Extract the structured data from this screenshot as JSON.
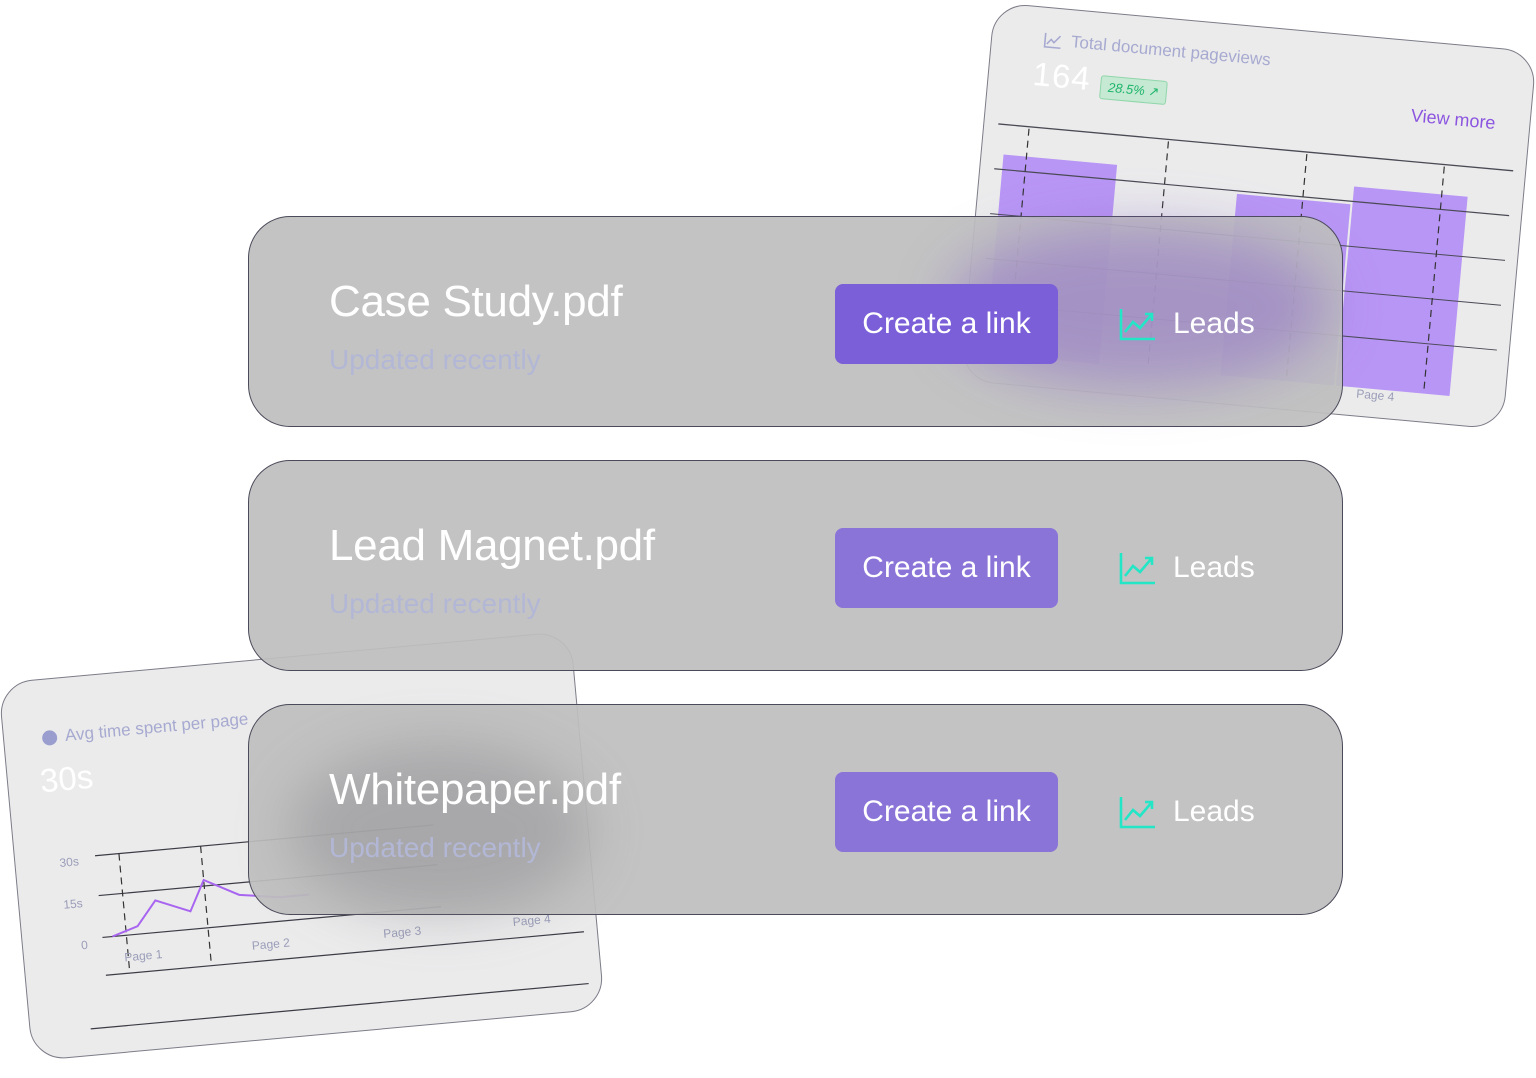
{
  "pageviews_card": {
    "title": "Total document pageviews",
    "value": "164",
    "change_badge": "28.5% ↗",
    "view_more": "View more",
    "icon": "trend-chart-icon",
    "page_label": "Page 4"
  },
  "avgtime_card": {
    "title": "Avg time spent per page",
    "value": "30s",
    "icon": "timer-icon",
    "y_ticks": [
      "30s",
      "15s",
      "0"
    ],
    "x_labels": [
      "Page 1",
      "Page 2",
      "Page 3",
      "Page 4"
    ]
  },
  "documents": [
    {
      "name": "Case Study.pdf",
      "subtitle": "Updated recently",
      "link_button": "Create a link",
      "leads_button": "Leads"
    },
    {
      "name": "Lead Magnet.pdf",
      "subtitle": "Updated recently",
      "link_button": "Create a link",
      "leads_button": "Leads"
    },
    {
      "name": "Whitepaper.pdf",
      "subtitle": "Updated recently",
      "link_button": "Create a link",
      "leads_button": "Leads"
    }
  ],
  "colors": {
    "accent": "#8b74d8",
    "bar": "#b896f5",
    "leads_icon": "#22e6c6",
    "badge_text": "#1cb56a",
    "line": "#a865f0"
  }
}
